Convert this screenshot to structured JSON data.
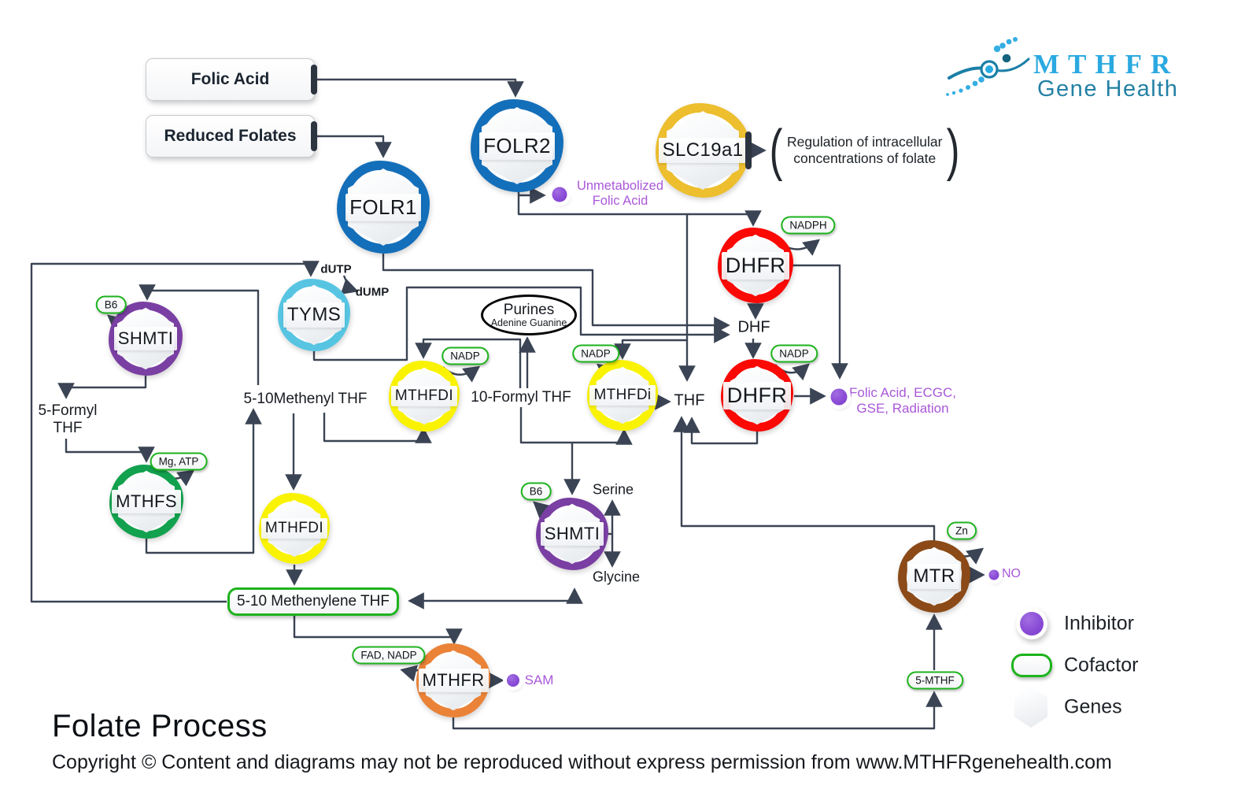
{
  "title": "Folate Process",
  "copyright": "Copyright © Content and diagrams may not be reproduced without express permission from www.MTHFRgenehealth.com",
  "logo": {
    "brand": "MTHFR",
    "subtitle": "Gene Health"
  },
  "sources": {
    "folic_acid": "Folic Acid",
    "reduced_folates": "Reduced Folates"
  },
  "genes": {
    "folr1": "FOLR1",
    "folr2": "FOLR2",
    "slc19a1": "SLC19a1",
    "dhfr_upper": "DHFR",
    "dhfr_lower": "DHFR",
    "tyms": "TYMS",
    "shmti_upper": "SHMTI",
    "mthfs": "MTHFS",
    "mthfdi_mid": "MTHFDI",
    "mthfdi_right": "MTHFDi",
    "shmti_lower": "SHMTI",
    "mthfdi_lower": "MTHFDI",
    "mthfr": "MTHFR",
    "mtr": "MTR"
  },
  "metabolites": {
    "dutp": "dUTP",
    "dump": "dUMP",
    "dhf": "DHF",
    "thf": "THF",
    "methenyl_thf": "5-10Methenyl THF",
    "formyl10_thf": "10-Formyl THF",
    "formyl5_line1": "5-Formyl",
    "formyl5_line2": "THF",
    "serine": "Serine",
    "glycine": "Glycine",
    "methenylene_thf": "5-10 Methenylene THF",
    "purines": "Purines",
    "purines_sub": "Adenine Guanine"
  },
  "annotations": {
    "slc19a1_note_line1": "Regulation of intracellular",
    "slc19a1_note_line2": "concentrations of folate"
  },
  "cofactors": {
    "b6_upper": "B6",
    "b6_lower": "B6",
    "nadph": "NADPH",
    "nadp_mid": "NADP",
    "nadp_right": "NADP",
    "nadp_dhfr": "NADP",
    "mg_atp": "Mg, ATP",
    "fad_nadp": "FAD, NADP",
    "zn": "Zn",
    "five_mthf": "5-MTHF"
  },
  "inhibitors": {
    "unmetabolized_line1": "Unmetabolized",
    "unmetabolized_line2": "Folic Acid",
    "dhfr_inhibitors_line1": "Folic Acid, ECGC,",
    "dhfr_inhibitors_line2": "GSE, Radiation",
    "sam": "SAM",
    "no": "NO"
  },
  "legend": {
    "inhibitor": "Inhibitor",
    "cofactor": "Cofactor",
    "genes": "Genes"
  },
  "colors": {
    "folr_blue": "#146fba",
    "slc_gold": "#edbe2e",
    "dhfr_red": "#fa0905",
    "tyms_cyan": "#57c5e2",
    "shmti_purple": "#7a3fa3",
    "mthfs_green": "#12a14e",
    "mthfdi_yellow": "#f9f303",
    "mthfr_orange": "#ea8338",
    "mtr_brown": "#8b4a17",
    "cofactor_green": "#1db31d",
    "inhibitor_purple": "#8a4cd8",
    "inhibitor_text": "#a958d8",
    "arrow": "#3b4454",
    "logo_blue": "#2aa9e0",
    "logo_teal": "#2380a5"
  }
}
